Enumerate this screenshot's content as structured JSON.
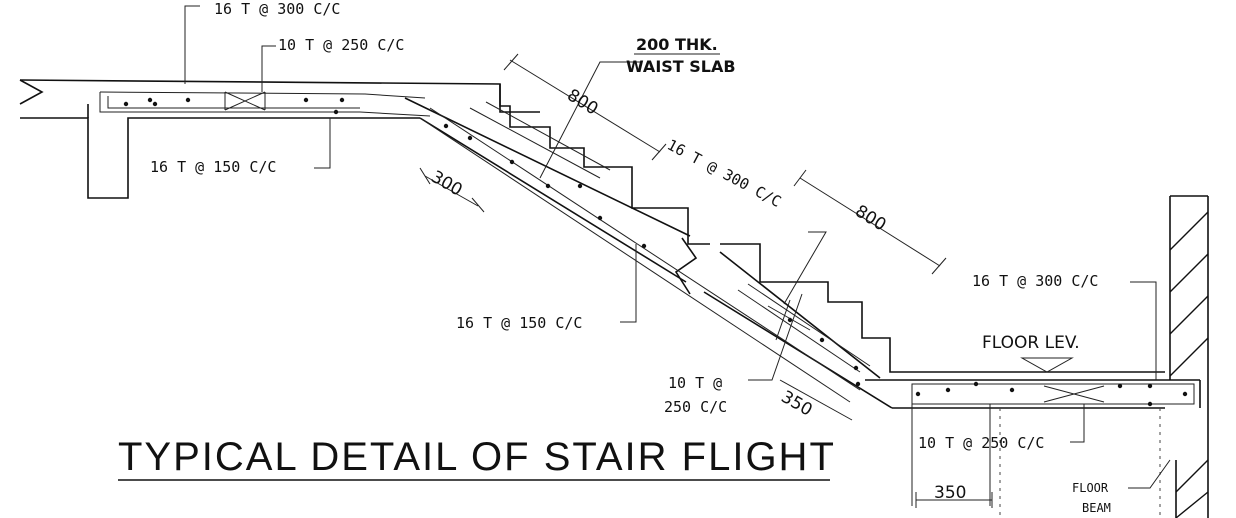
{
  "title": "TYPICAL DETAIL OF STAIR FLIGHT",
  "labels": {
    "top_bar": "16 T @ 300 C/C",
    "top_bar_2": "10 T @ 250 C/C",
    "waist_slab_1": "200 THK.",
    "waist_slab_2": "WAIST SLAB",
    "left_bottom_bar": "16 T @ 150 C/C",
    "mid_top_bar": "16 T @ 300 C/C",
    "mid_bottom_bar": "16 T @ 150 C/C",
    "right_top_bar": "16 T @ 300 C/C",
    "floor_level": "FLOOR LEV.",
    "distribution_bar_1": "10 T @",
    "distribution_bar_2": "250 C/C",
    "landing_bar": "10 T @ 250 C/C",
    "floor_beam_1": "FLOOR",
    "floor_beam_2": "BEAM"
  },
  "dimensions": {
    "upper_anchorage": "800",
    "upper_lap": "300",
    "lower_anchorage": "800",
    "lower_lap": "350",
    "landing_lap": "350"
  }
}
